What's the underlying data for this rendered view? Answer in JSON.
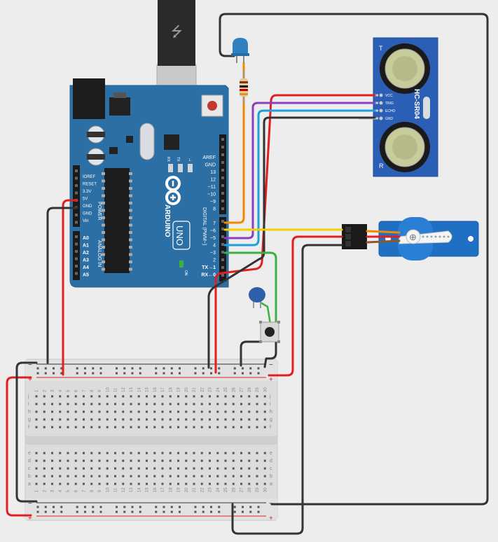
{
  "arduino": {
    "brand": "ARDUINO",
    "model": "UNO",
    "power_header": "POWER",
    "analog_header": "ANALOG IN",
    "digital_header": "DIGITAL (PWM~)",
    "on_label": "ON",
    "power_pins": [
      "IOREF",
      "RESET",
      "3.3V",
      "5V",
      "GND",
      "GND",
      "Vin"
    ],
    "analog_pins": [
      "A0",
      "A1",
      "A2",
      "A3",
      "A4",
      "A5"
    ],
    "digital_top": [
      "AREF",
      "GND",
      "13",
      "12",
      "~11",
      "~10",
      "~9",
      "8"
    ],
    "digital_bottom": [
      "7",
      "~6",
      "~5",
      "4",
      "~3",
      "2",
      "TX→1",
      "RX←0"
    ],
    "small_labels": [
      "RX",
      "TX",
      "L"
    ]
  },
  "sensor": {
    "model": "HC-SR04",
    "pins": [
      "VCC",
      "TRIG",
      "ECHO",
      "GND"
    ],
    "marks": [
      "T",
      "R"
    ]
  },
  "breadboard": {
    "columns": [
      "1",
      "2",
      "3",
      "4",
      "5",
      "6",
      "7",
      "8",
      "9",
      "10",
      "11",
      "12",
      "13",
      "14",
      "15",
      "16",
      "17",
      "18",
      "19",
      "20",
      "21",
      "22",
      "23",
      "24",
      "25",
      "26",
      "27",
      "28",
      "29",
      "30"
    ],
    "rows_top": [
      "j",
      "i",
      "h",
      "g",
      "f"
    ],
    "rows_bottom": [
      "e",
      "d",
      "c",
      "b",
      "a"
    ],
    "rail_minus": "−",
    "rail_plus": "+"
  },
  "colors": {
    "board": "#2c6fa5",
    "wire_red": "#e02020",
    "wire_black": "#333333",
    "wire_orange": "#f08a00",
    "wire_purple": "#8a3fbf",
    "wire_blue": "#1e9fd8",
    "wire_yellow": "#f2d000",
    "wire_green": "#3cb043",
    "wire_brown": "#8a5a2c",
    "led": "#2f7fc1",
    "servo": "#1f6fc2",
    "sensor": "#2b5fb5"
  }
}
